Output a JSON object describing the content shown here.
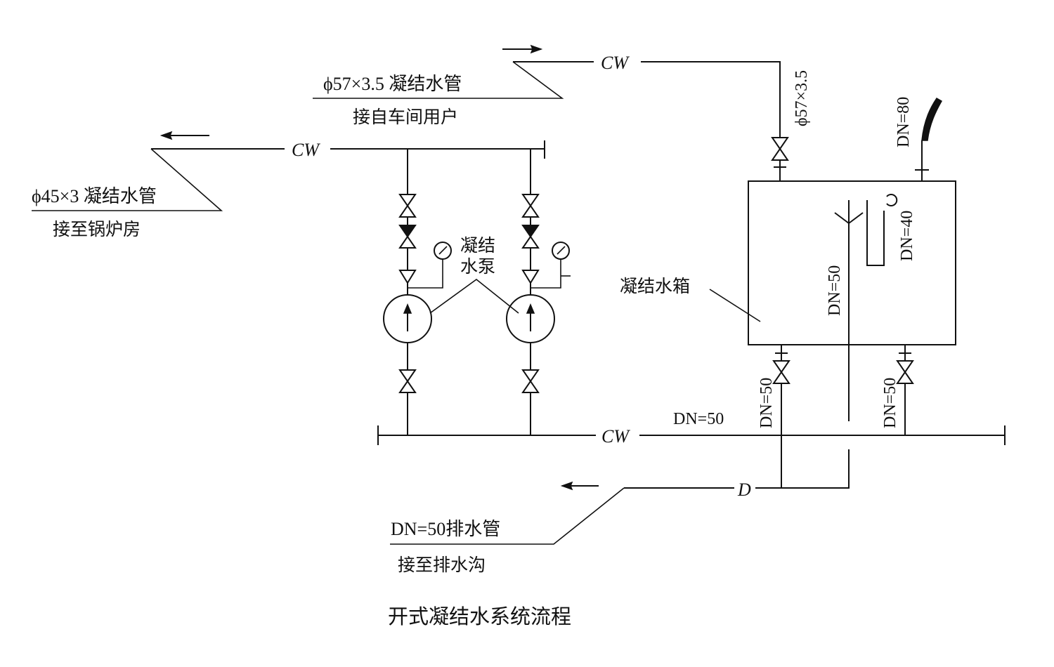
{
  "title": "开式凝结水系统流程",
  "pipe_label_cw": "CW",
  "pipe_label_d": "D",
  "inlet": {
    "spec": "ϕ57×3.5 凝结水管",
    "note": "接自车间用户"
  },
  "outlet": {
    "spec": "ϕ45×3 凝结水管",
    "note": "接至锅炉房"
  },
  "drain": {
    "spec": "DN=50排水管",
    "note": "接至排水沟"
  },
  "pump_label_line1": "凝结",
  "pump_label_line2": "水泵",
  "tank_label": "凝结水箱",
  "tank_inlet_size": "ϕ57×3.5",
  "vent_size": "DN=80",
  "overflow_size": "DN=50",
  "internal_size": "DN=40",
  "tank_outlet_left_size": "DN=50",
  "tank_outlet_right_size": "DN=50",
  "header_size": "DN=50"
}
